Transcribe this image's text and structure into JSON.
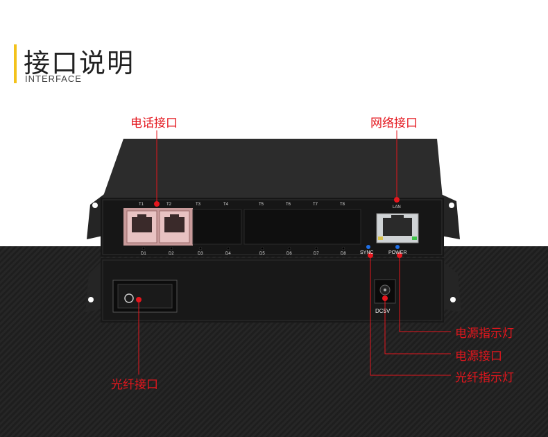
{
  "header": {
    "title": "接口说明",
    "subtitle": "INTERFACE",
    "accent_color": "#f3c21b"
  },
  "callouts": {
    "phone_interface": "电话接口",
    "network_interface": "网络接口",
    "power_indicator": "电源指示灯",
    "power_interface": "电源接口",
    "fiber_indicator": "光纤指示灯",
    "fiber_interface": "光纤接口"
  },
  "ports": {
    "phone_top": [
      "T1",
      "T2",
      "T3",
      "T4",
      "T5",
      "T6",
      "T7",
      "T8"
    ],
    "phone_bottom": [
      "D1",
      "D2",
      "D3",
      "D4",
      "D5",
      "D6",
      "D7",
      "D8"
    ],
    "lan": "LAN",
    "sync": "SYNC",
    "power": "POWER",
    "dc": "DC5V"
  },
  "colors": {
    "callout": "#e4161d",
    "device": "#1c1c1c"
  }
}
